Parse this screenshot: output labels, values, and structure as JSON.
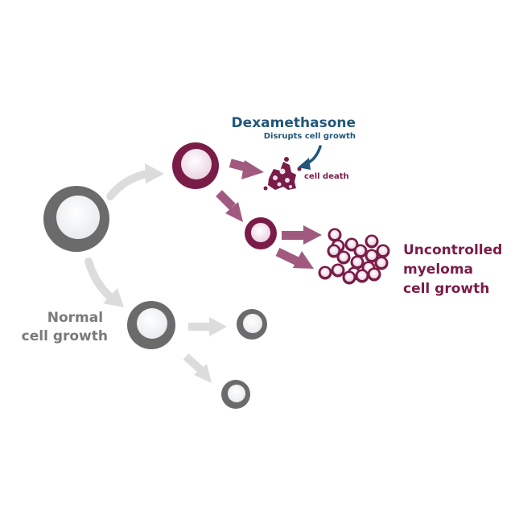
{
  "drug": {
    "name": "Dexamethasone",
    "effect": "Disrupts cell growth"
  },
  "cell_death_label": "cell death",
  "myeloma_label": [
    "Uncontrolled",
    "myeloma",
    "cell growth"
  ],
  "normal_label": [
    "Normal",
    "cell growth"
  ],
  "colors": {
    "myeloma": "#7a1c48",
    "myeloma_arrow": "#a05a80",
    "normal": "#6b6b6b",
    "normal_arrow": "#dcdcdc",
    "drug": "#22577a",
    "nucleus_light": "#f1f3f6",
    "nucleus_pink": "#f3dfea"
  }
}
